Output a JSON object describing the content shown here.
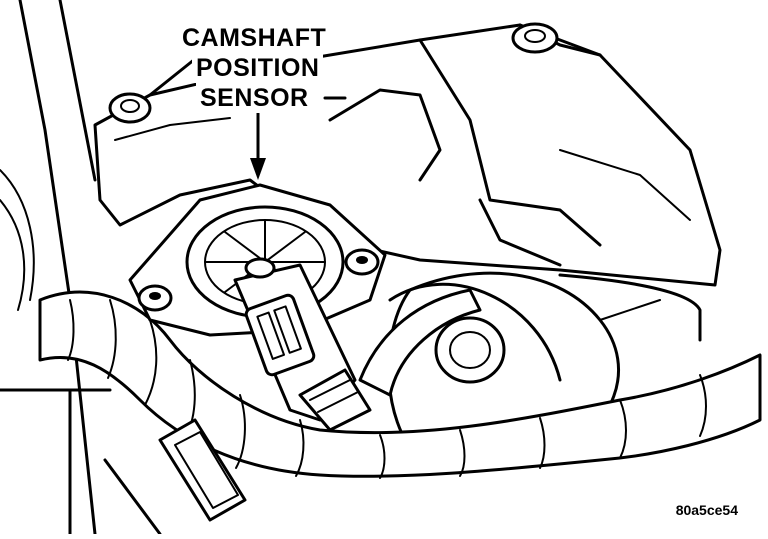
{
  "callout": {
    "line1": "CAMSHAFT",
    "line2": "POSITION",
    "line3": "SENSOR"
  },
  "figure_id": "80a5ce54",
  "colors": {
    "ink": "#000000",
    "paper": "#ffffff"
  }
}
